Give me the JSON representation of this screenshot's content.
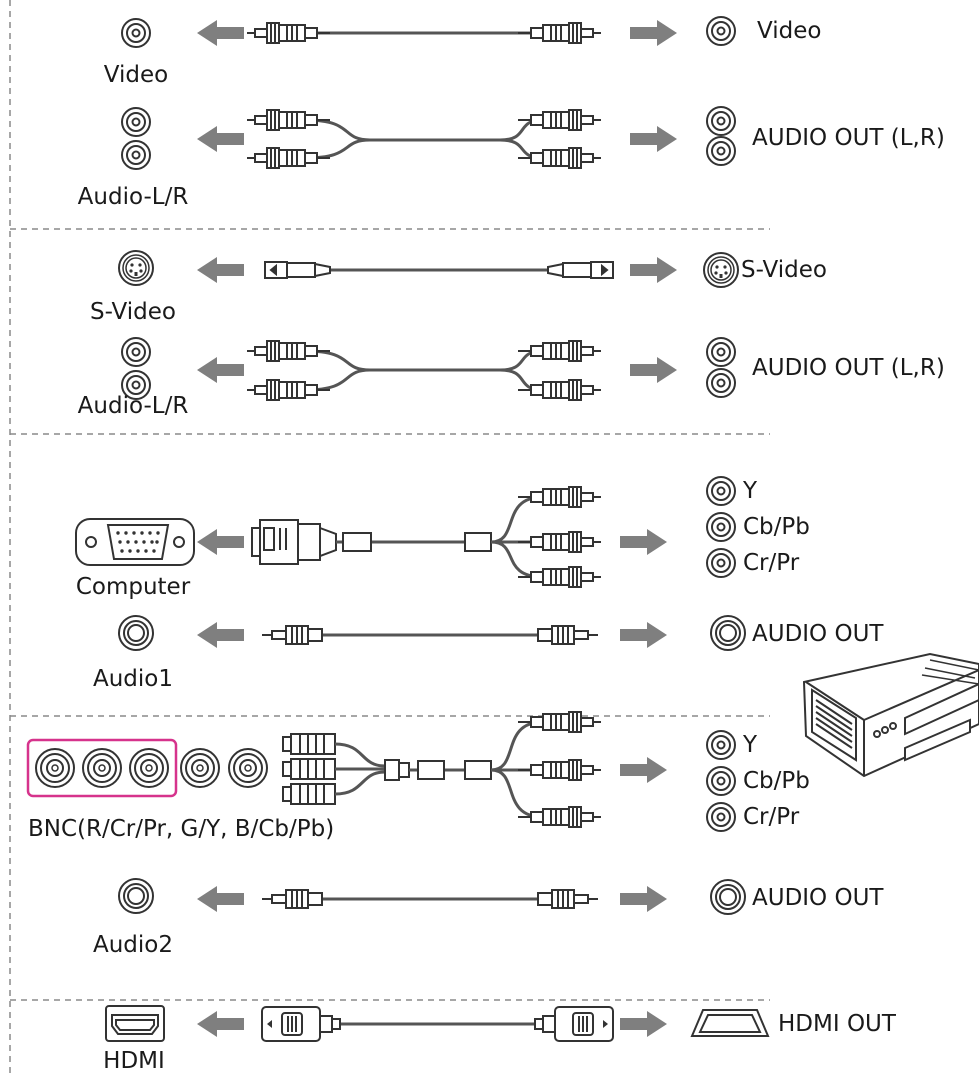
{
  "sections": [
    {
      "rows": [
        {
          "port_label": "Video",
          "port_icons": [
            "rca-jack-icon"
          ],
          "cable": "rca-single",
          "device_label": "Video"
        },
        {
          "port_label": "Audio-L/R",
          "port_icons": [
            "rca-jack-icon",
            "rca-jack-icon"
          ],
          "cable": "rca-dual",
          "device_label": "AUDIO OUT (L,R)"
        }
      ]
    },
    {
      "rows": [
        {
          "port_label": "S-Video",
          "port_icons": [
            "svideo-jack-icon"
          ],
          "cable": "svideo",
          "device_label": "S-Video"
        },
        {
          "port_label": "Audio-L/R",
          "port_icons": [
            "rca-jack-icon",
            "rca-jack-icon"
          ],
          "cable": "rca-dual",
          "device_label": "AUDIO OUT (L,R)"
        }
      ]
    },
    {
      "rows": [
        {
          "port_label": "Computer",
          "port_icons": [
            "vga-port-icon"
          ],
          "cable": "vga-to-component",
          "device_labels": [
            "Y",
            "Cb/Pb",
            "Cr/Pr"
          ]
        },
        {
          "port_label": "Audio1",
          "port_icons": [
            "stereo-jack-icon"
          ],
          "cable": "stereo-mini",
          "device_label": "AUDIO OUT"
        }
      ]
    },
    {
      "rows": [
        {
          "port_label": "BNC(R/Cr/Pr, G/Y, B/Cb/Pb)",
          "port_icons": [
            "bnc-jack-icon",
            "bnc-jack-icon",
            "bnc-jack-icon",
            "bnc-jack-icon",
            "bnc-jack-icon"
          ],
          "highlight_color": "#d6338c",
          "cable": "bnc-to-component",
          "device_labels": [
            "Y",
            "Cb/Pb",
            "Cr/Pr"
          ]
        },
        {
          "port_label": "Audio2",
          "port_icons": [
            "stereo-jack-icon"
          ],
          "cable": "stereo-mini",
          "device_label": "AUDIO OUT"
        }
      ]
    },
    {
      "rows": [
        {
          "port_label": "HDMI",
          "port_icons": [
            "hdmi-port-icon"
          ],
          "cable": "hdmi",
          "device_label": "HDMI OUT"
        }
      ]
    }
  ],
  "device_icon": "video-player-icon",
  "colors": {
    "arrow": "#7f7f7f",
    "divider": "#8a8a8a",
    "line": "#333333",
    "cable": "#555555"
  }
}
